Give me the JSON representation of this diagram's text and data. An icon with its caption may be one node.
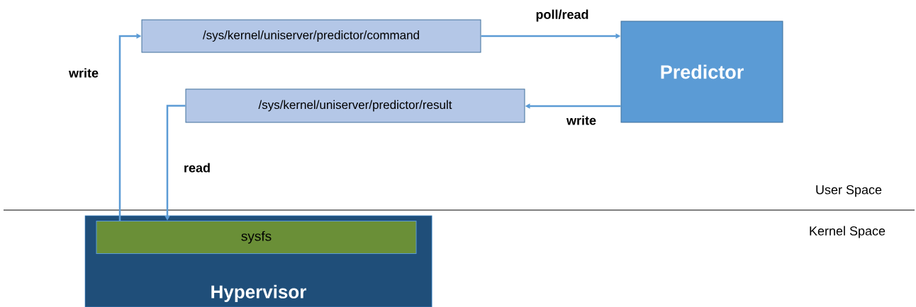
{
  "diagram": {
    "nodes": [
      {
        "text": [
          "Hypervisor"
        ]
      },
      {
        "text": [
          "sysfs"
        ],
        "in": 0
      },
      {
        "text": [
          "/sys/kernel/uniserver/predictor/command"
        ]
      },
      {
        "text": [
          "/sys/kernel/uniserver/predictor/result"
        ]
      },
      {
        "text": [
          "Predictor"
        ]
      }
    ],
    "edges": [
      {
        "from": 1,
        "to": 2,
        "arrow": "to",
        "label": "write"
      },
      {
        "from": 2,
        "to": 4,
        "arrow": "to",
        "label": "poll/read"
      },
      {
        "from": 4,
        "to": 3,
        "arrow": "to",
        "label": "write"
      },
      {
        "from": 3,
        "to": 1,
        "arrow": "to",
        "label": "read"
      }
    ],
    "labels": [
      "User Space",
      "Kernel Space"
    ]
  }
}
